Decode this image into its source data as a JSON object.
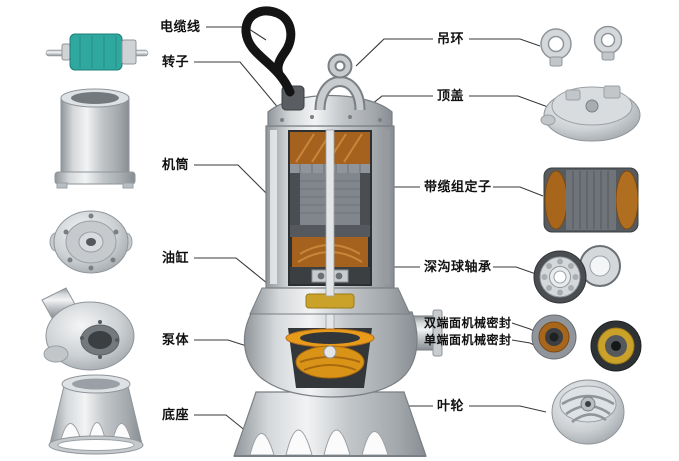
{
  "diagram": {
    "type": "labeled-parts-diagram",
    "subject": "submersible sewage pump cutaway with exploded part photos",
    "left_labels": [
      {
        "id": "cable",
        "text": "电缆线"
      },
      {
        "id": "rotor",
        "text": "转子"
      },
      {
        "id": "barrel",
        "text": "机筒"
      },
      {
        "id": "oil-cylinder",
        "text": "油缸"
      },
      {
        "id": "pump-body",
        "text": "泵体"
      },
      {
        "id": "base",
        "text": "底座"
      }
    ],
    "right_labels": [
      {
        "id": "lifting-ring",
        "text": "吊环"
      },
      {
        "id": "top-cover",
        "text": "顶盖"
      },
      {
        "id": "stator",
        "text": "带缆组定子"
      },
      {
        "id": "bearing",
        "text": "深沟球轴承"
      },
      {
        "id": "double-seal",
        "text": "双端面机械密封"
      },
      {
        "id": "single-seal",
        "text": "单端面机械密封"
      },
      {
        "id": "impeller",
        "text": "叶轮"
      }
    ],
    "left_part_images": [
      "rotor",
      "motor-barrel",
      "bearing-seat",
      "pump-body-volute",
      "base-stand"
    ],
    "right_part_images": [
      "lifting-eyebolts",
      "top-cover",
      "stator-with-cable",
      "ball-bearing",
      "mechanical-seals",
      "impeller"
    ],
    "colors": {
      "label_text": "#111111",
      "leader_line": "#3a3a3a",
      "metal_light": "#f2f3f4",
      "metal_dark": "#8f959a",
      "copper": "#a8661c",
      "impeller_orange": "#e89b1a",
      "rotor_teal": "#2fa8a0",
      "cable_black": "#141414"
    }
  }
}
